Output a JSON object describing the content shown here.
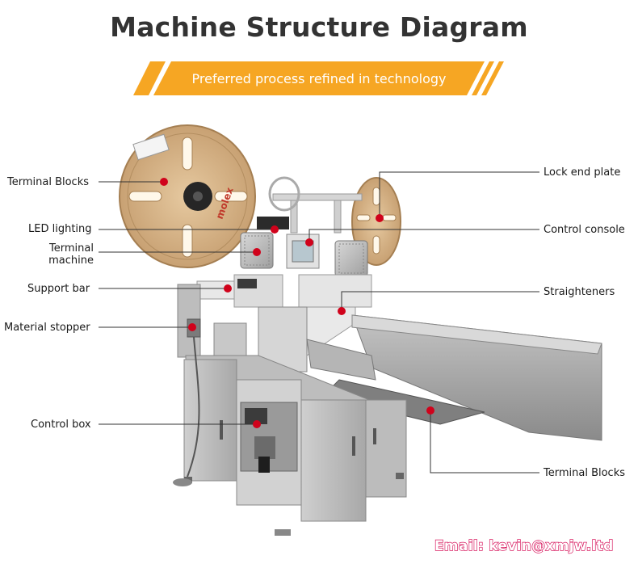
{
  "title": "Machine Structure Diagram",
  "banner": {
    "text": "Preferred process refined in technology",
    "color": "#f6a623"
  },
  "labels": {
    "terminal_blocks_top": "Terminal Blocks",
    "led_lighting": "LED lighting",
    "terminal_machine_1": "Terminal",
    "terminal_machine_2": "machine",
    "support_bar": "Support bar",
    "material_stopper": "Material stopper",
    "control_box": "Control box",
    "lock_end_plate": "Lock end plate",
    "control_console": "Control console",
    "straighteners": "Straighteners",
    "terminal_blocks_bottom": "Terminal Blocks"
  },
  "reel_branding": "molex",
  "email": "Email: kevin@xmjw.ltd",
  "colors": {
    "marker": "#d0021b",
    "email_stroke": "#d81b60",
    "leader": "#333333"
  }
}
